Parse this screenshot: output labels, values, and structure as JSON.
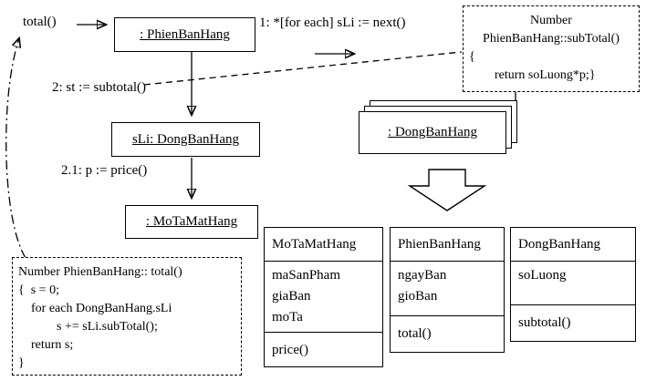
{
  "collab": {
    "total_label": "total()",
    "phien_ban_hang": ": PhienBanHang",
    "msg_next": "1: *[for each] sLi := next()",
    "msg_subtotal": "2: st := subtotal()",
    "sli_dong_ban_hang": "sLi: DongBanHang",
    "msg_price": "2.1: p := price()",
    "mo_ta_mat_hang": ": MoTaMatHang",
    "multi_dong_ban_hang": ": DongBanHang"
  },
  "note_subtotal": {
    "line1": "Number",
    "line2": "PhienBanHang::subTotal()",
    "line3": "{",
    "line4": "        return soLuong*p;}"
  },
  "note_total": {
    "line1": "Number PhienBanHang:: total()",
    "line2": "{  s = 0;",
    "line3": "    for each DongBanHang.sLi",
    "line4": "            s += sLi.subTotal();",
    "line5": "    return s;",
    "line6": "}"
  },
  "classes": [
    {
      "name": "MoTaMatHang",
      "attributes": [
        "maSanPham",
        "giaBan",
        "moTa"
      ],
      "operations": [
        "price()"
      ]
    },
    {
      "name": "PhienBanHang",
      "attributes": [
        "ngayBan",
        "gioBan"
      ],
      "operations": [
        "total()"
      ]
    },
    {
      "name": "DongBanHang",
      "attributes": [
        "soLuong"
      ],
      "operations": [
        "subtotal()"
      ]
    }
  ],
  "colors": {
    "stroke": "#000000",
    "background": "#ffffff"
  }
}
